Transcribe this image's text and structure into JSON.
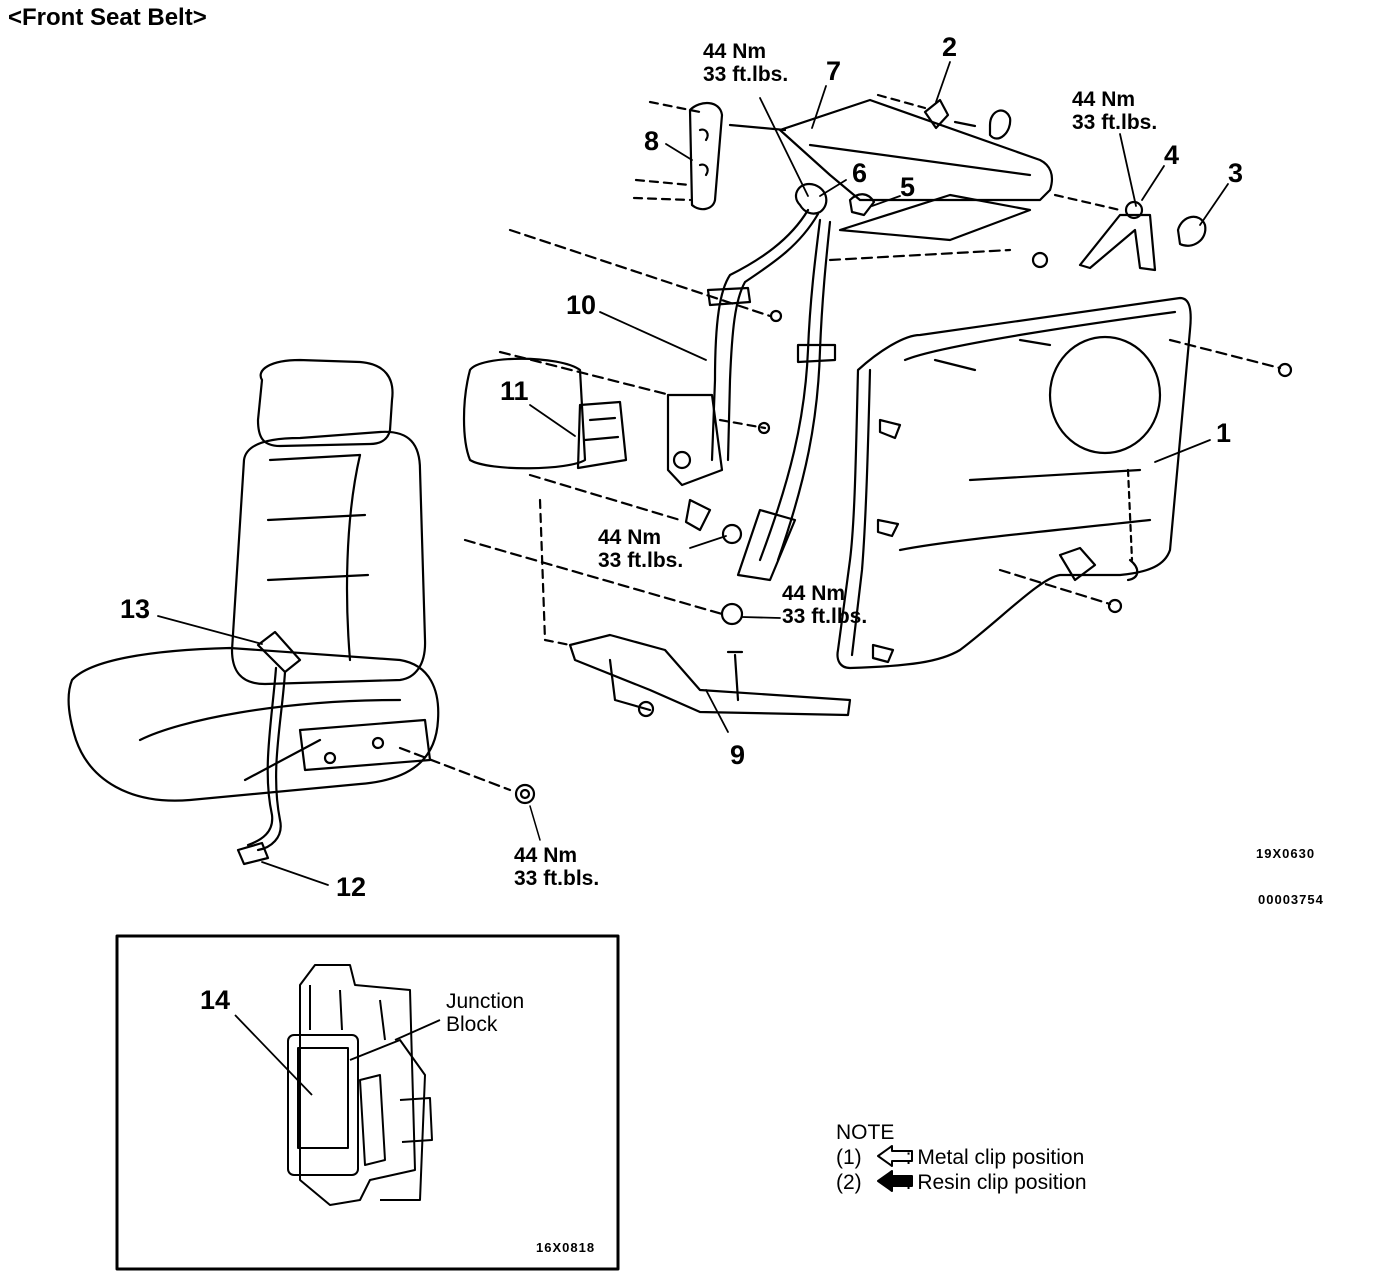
{
  "title": "<Front Seat Belt>",
  "callouts": {
    "c1": "1",
    "c2": "2",
    "c3": "3",
    "c4": "4",
    "c5": "5",
    "c6": "6",
    "c7": "7",
    "c8": "8",
    "c9": "9",
    "c10": "10",
    "c11": "11",
    "c12": "12",
    "c13": "13",
    "c14": "14"
  },
  "torque": {
    "top_nm": "44 Nm",
    "top_ft": "33 ft.lbs.",
    "right_nm": "44 Nm",
    "right_ft": "33 ft.lbs.",
    "mid_nm": "44 Nm",
    "mid_ft": "33 ft.lbs.",
    "low_nm": "44 Nm",
    "low_ft": "33 ft.lbs.",
    "seat_nm": "44 Nm",
    "seat_ft": "33 ft.bls."
  },
  "codes": {
    "main_fig": "19X0630",
    "doc_no": "00003754",
    "inset_fig": "16X0818"
  },
  "inset": {
    "label_line1": "Junction",
    "label_line2": "Block"
  },
  "note": {
    "heading": "NOTE",
    "item1_num": "(1)",
    "item1_text": ": Metal clip position",
    "item2_num": "(2)",
    "item2_text": ": Resin clip position"
  }
}
